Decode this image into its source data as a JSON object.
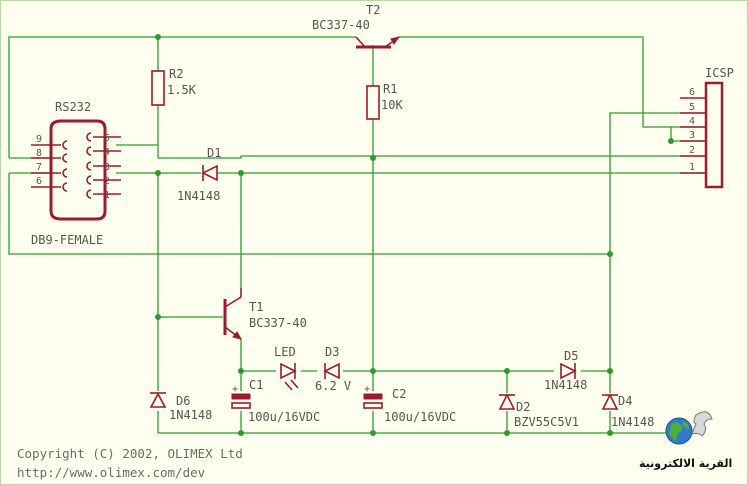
{
  "components": {
    "t2": {
      "ref": "T2",
      "value": "BC337-40"
    },
    "r2": {
      "ref": "R2",
      "value": "1.5K"
    },
    "r1": {
      "ref": "R1",
      "value": "10K"
    },
    "d1": {
      "ref": "D1",
      "value": "1N4148"
    },
    "t1": {
      "ref": "T1",
      "value": "BC337-40"
    },
    "led": {
      "ref": "LED"
    },
    "d3": {
      "ref": "D3",
      "value": "6.2 V"
    },
    "d5": {
      "ref": "D5",
      "value": "1N4148"
    },
    "d6": {
      "ref": "D6",
      "value": "1N4148"
    },
    "c1": {
      "ref": "C1",
      "value": "100u/16VDC"
    },
    "c2": {
      "ref": "C2",
      "value": "100u/16VDC"
    },
    "d2": {
      "ref": "D2",
      "value": "BZV55C5V1"
    },
    "d4": {
      "ref": "D4",
      "value": "1N4148"
    }
  },
  "connectors": {
    "rs232": {
      "title": "RS232",
      "part": "DB9-FEMALE",
      "pins_left": [
        "9",
        "8",
        "7",
        "6"
      ],
      "pins_right": [
        "5",
        "4",
        "3",
        "2",
        "1"
      ]
    },
    "icsp": {
      "title": "ICSP",
      "pins": [
        "6",
        "5",
        "4",
        "3",
        "2",
        "1"
      ]
    }
  },
  "footer": {
    "copyright": "Copyright (C) 2002, OLIMEX Ltd",
    "url": "http://www.olimex.com/dev"
  },
  "logo": {
    "text": "القرية الالكترونية"
  },
  "colors": {
    "wire": "#2e9a2e",
    "part": "#9a1b2e",
    "background": "#FFFFF0"
  }
}
